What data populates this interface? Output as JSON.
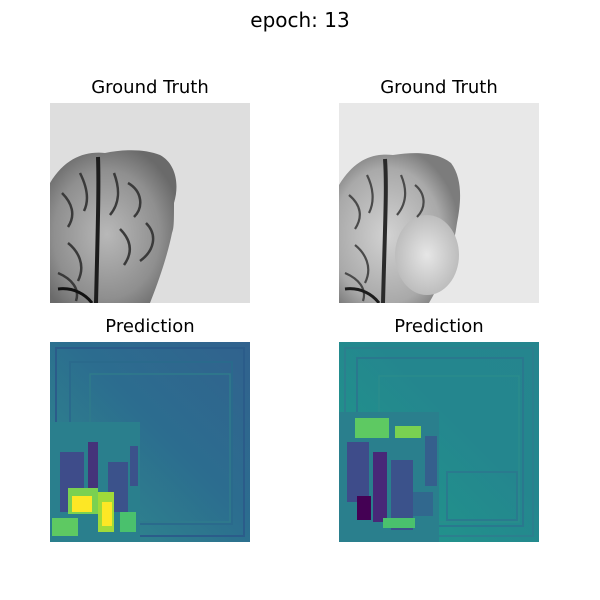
{
  "figure": {
    "title": "epoch: 13"
  },
  "panels": [
    {
      "title": "Ground Truth",
      "kind": "mri-slice",
      "colormap": "gray"
    },
    {
      "title": "Ground Truth",
      "kind": "mri-slice",
      "colormap": "gray"
    },
    {
      "title": "Prediction",
      "kind": "model-output",
      "colormap": "viridis"
    },
    {
      "title": "Prediction",
      "kind": "model-output",
      "colormap": "viridis"
    }
  ]
}
